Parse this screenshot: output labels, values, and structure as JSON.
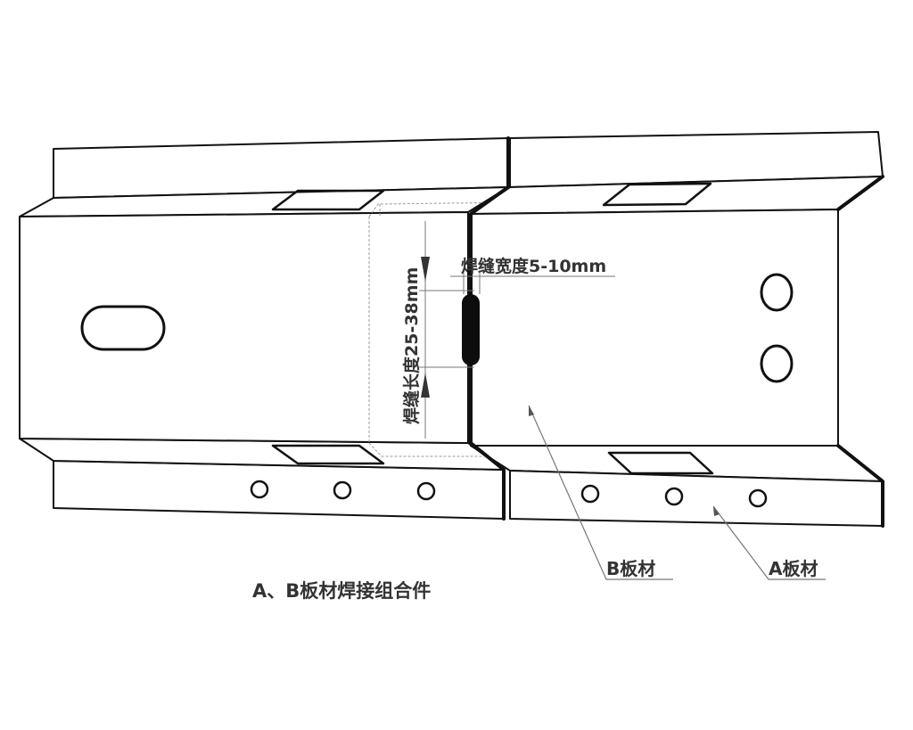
{
  "labels": {
    "weld_width": "焊缝宽度5-10mm",
    "weld_length": "焊缝长度25-38mm",
    "plate_b": "B板材",
    "plate_a": "A板材",
    "caption": "A、B板材焊接组合件"
  },
  "colors": {
    "outline": "#111111",
    "hidden_line": "#9a9a9a",
    "weld": "#0d0d0d",
    "text": "#333333"
  }
}
